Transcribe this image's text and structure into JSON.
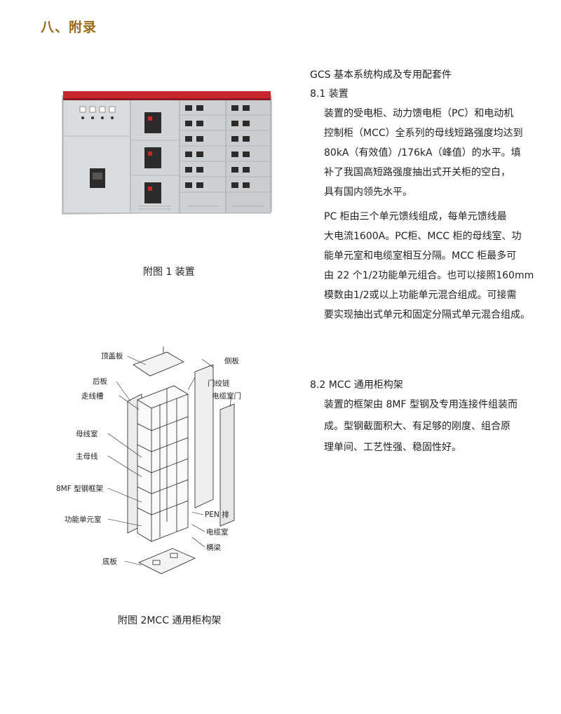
{
  "section_title": "八、附录",
  "figure1": {
    "caption": "附图 1 装置"
  },
  "figure2": {
    "caption": "附图 2MCC 通用柜构架",
    "labels": {
      "top_cover": "顶盖板",
      "side_panel": "侧板",
      "back_panel": "后板",
      "hinge": "门绞链",
      "wire_duct": "走线槽",
      "cable_door": "电缆室门",
      "busbar_room": "母线室",
      "main_busbar": "主母线",
      "frame_8mf": "8MF 型钢框架",
      "pen_bar": "PEN 排",
      "function_unit": "功能单元室",
      "cable_room": "电缆室",
      "crossbeam": "横梁",
      "bottom_plate": "底板"
    }
  },
  "gcs": {
    "title": "GCS 基本系统构成及专用配套件",
    "s81": {
      "heading": "8.1 装置",
      "lines": [
        "装置的受电柜、动力馈电柜（PC）和电动机",
        "控制柜（MCC）全系列的母线短路强度均达到",
        "80kA（有效值）/176kA（峰值）的水平。填",
        "补了我国高短路强度抽出式开关柜的空白，",
        "具有国内领先水平。",
        "PC 柜由三个单元馈线组成，每单元馈线最",
        "大电流1600A。PC柜、MCC 柜的母线室、功",
        "能单元室和电缆室相互分隔。MCC 柜最多可",
        "由 22 个1/2功能单元组合。也可以接照160mm",
        " 模数由1/2或以上功能单元混合组成。可接需",
        "要实现抽出式单元和固定分隔式单元混合组成。"
      ]
    },
    "s82": {
      "heading": "8.2 MCC 通用柜构架",
      "lines": [
        "装置的框架由 8MF 型钢及专用连接件组装而",
        "成。型钢截面积大、有足够的刚度、组合原",
        "理单间、工艺性强、稳固性好。"
      ]
    }
  },
  "colors": {
    "title": "#9a6a17",
    "cabinet_red": "#c8252c",
    "cabinet_body": "#d5d6d8"
  }
}
